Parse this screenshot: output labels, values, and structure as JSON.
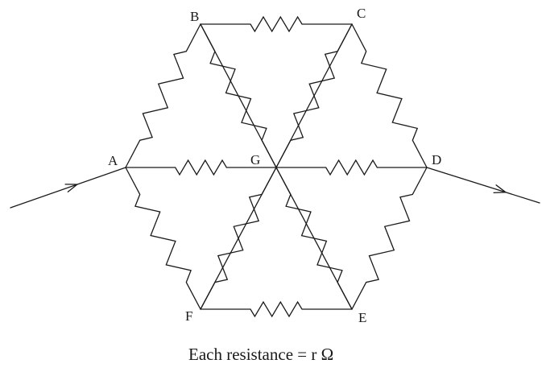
{
  "diagram": {
    "nodes": [
      {
        "id": "A",
        "label": "A"
      },
      {
        "id": "B",
        "label": "B"
      },
      {
        "id": "C",
        "label": "C"
      },
      {
        "id": "D",
        "label": "D"
      },
      {
        "id": "E",
        "label": "E"
      },
      {
        "id": "F",
        "label": "F"
      },
      {
        "id": "G",
        "label": "G"
      }
    ],
    "resistors": [
      {
        "from": "B",
        "to": "C"
      },
      {
        "from": "F",
        "to": "E"
      },
      {
        "from": "A",
        "to": "G"
      },
      {
        "from": "G",
        "to": "D"
      },
      {
        "from": "A",
        "to": "B"
      },
      {
        "from": "B",
        "to": "G"
      },
      {
        "from": "G",
        "to": "C"
      },
      {
        "from": "C",
        "to": "D"
      },
      {
        "from": "A",
        "to": "F"
      },
      {
        "from": "F",
        "to": "G"
      },
      {
        "from": "G",
        "to": "E"
      },
      {
        "from": "E",
        "to": "D"
      }
    ],
    "current_in": "A",
    "current_out": "D",
    "caption": "Each resistance = r Ω"
  }
}
